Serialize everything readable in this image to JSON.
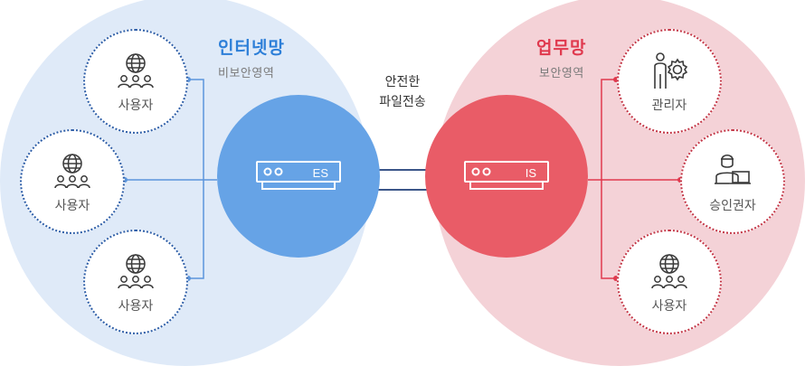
{
  "left_zone": {
    "title": "인터넷망",
    "subtitle": "비보안영역",
    "title_color": "#2d7fd8",
    "bg_color": "#dfeaf8"
  },
  "right_zone": {
    "title": "업무망",
    "subtitle": "보안영역",
    "title_color": "#e0394e",
    "bg_color": "#f4d2d7"
  },
  "left_nodes": [
    {
      "label": "사용자",
      "icon": "globe-users-icon"
    },
    {
      "label": "사용자",
      "icon": "globe-users-icon"
    },
    {
      "label": "사용자",
      "icon": "globe-users-icon"
    }
  ],
  "right_nodes": [
    {
      "label": "관리자",
      "icon": "admin-gear-icon"
    },
    {
      "label": "승인권자",
      "icon": "approver-laptop-icon"
    },
    {
      "label": "사용자",
      "icon": "globe-users-icon"
    }
  ],
  "servers": {
    "es": {
      "label": "ES",
      "color": "#66a3e6"
    },
    "is": {
      "label": "IS",
      "color": "#e95c67"
    }
  },
  "transfer": {
    "line1": "안전한",
    "line2": "파일전송",
    "arrow_color": "#1f3e78"
  }
}
